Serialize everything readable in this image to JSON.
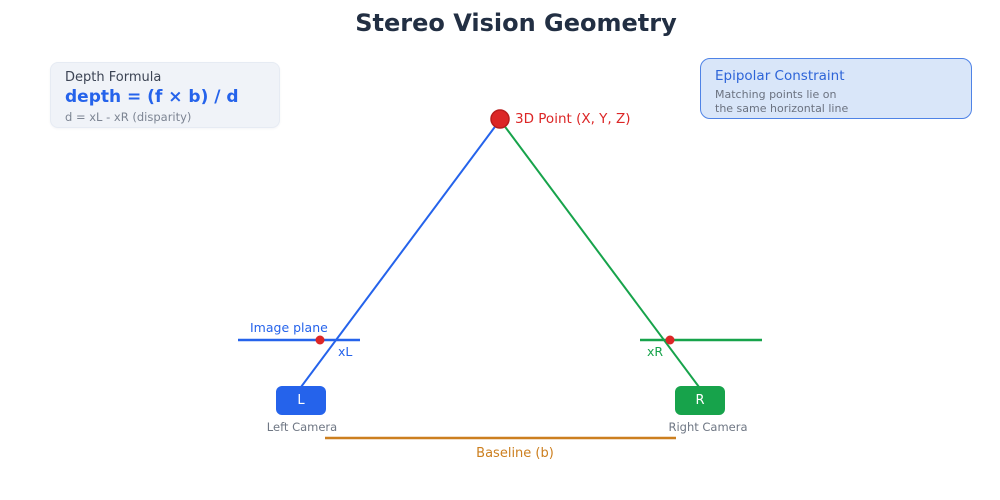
{
  "title": "Stereo Vision Geometry",
  "depth_formula_card": {
    "title": "Depth Formula",
    "formula": "depth = (f × b) / d",
    "note": "d = xL - xR (disparity)"
  },
  "epipolar_card": {
    "title": "Epipolar Constraint",
    "line1": "Matching points lie on",
    "line2": "the same horizontal line"
  },
  "diagram": {
    "point_label": "3D Point (X, Y, Z)",
    "image_plane_label": "Image plane",
    "xl_label": "xL",
    "xr_label": "xR",
    "left_camera_letter": "L",
    "right_camera_letter": "R",
    "left_camera_caption": "Left Camera",
    "right_camera_caption": "Right Camera",
    "baseline_label": "Baseline (b)"
  },
  "colors": {
    "left_ray_blue": "#2563eb",
    "right_ray_green": "#17a34b",
    "point_red": "#dc2626",
    "point_red_edge": "#b91c1c",
    "baseline_orange": "#cc7f1f",
    "title_dark": "#222f43",
    "caption_gray": "#6f7784",
    "depth_card_bg": "#f0f3f8",
    "epipolar_card_bg": "#d9e6f9",
    "epipolar_border": "#4f83e6"
  }
}
